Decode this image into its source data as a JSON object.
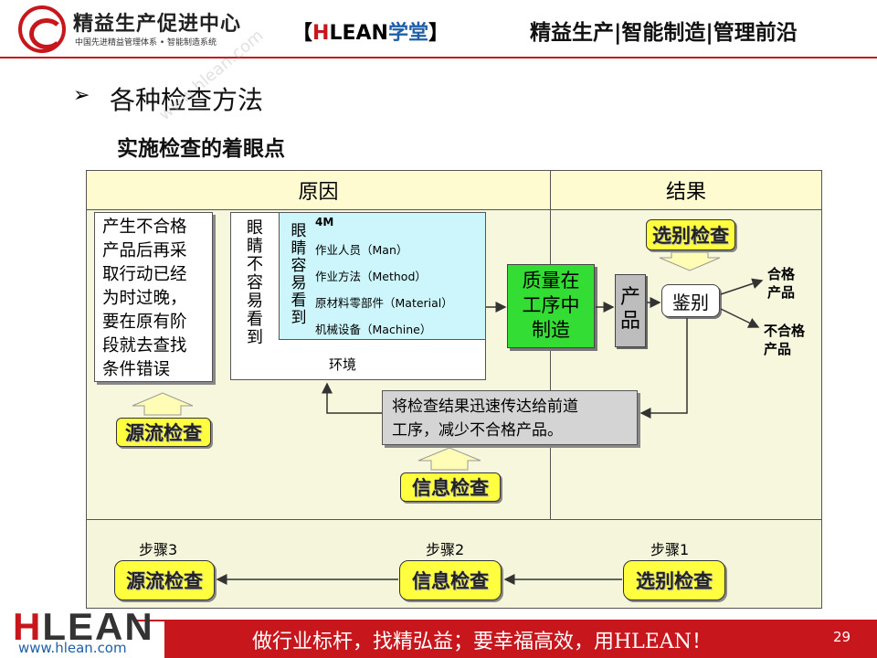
{
  "header": {
    "org_name": "精益生产促进中心",
    "org_sub": "中国先进精益管理体系 • 智能制造系统",
    "brand_open": "【",
    "brand_h": "H",
    "brand_lean": "LEAN",
    "brand_school": "学堂",
    "brand_close": "】",
    "tagline": "精益生产|智能制造|管理前沿"
  },
  "slide": {
    "bullet": "➢",
    "title": "各种检查方法",
    "subtitle": "实施检查的着眼点",
    "watermark": "www.hlean.com"
  },
  "diagram": {
    "cause_header": "原因",
    "result_header": "结果",
    "problem_text": [
      "产生不合格",
      "产品后再采",
      "取行动已经",
      "为时过晚，",
      "要在原有阶",
      "段就去查找",
      "条件错误"
    ],
    "hard_to_see": "眼睛不容易看到",
    "easy_to_see": "眼睛容易看到",
    "fourm_title": "4M",
    "fourm_items": [
      "作业人员（Man）",
      "作业方法（Method）",
      "原材料零部件（Material）",
      "机械设备（Machine）"
    ],
    "environment": "环境",
    "quality_box": [
      "质量在",
      "工序中",
      "制造"
    ],
    "product_box": [
      "产",
      "品"
    ],
    "judge": "鉴别",
    "pass_label": [
      "合格",
      "产品"
    ],
    "fail_label": [
      "不合格",
      "产品"
    ],
    "feedback": [
      "将检查结果迅速传达给前道",
      "工序，减少不合格产品。"
    ],
    "tag_sorting": "选别检查",
    "tag_source": "源流检查",
    "tag_info": "信息检查"
  },
  "steps": [
    {
      "label": "步骤3",
      "button": "源流检查"
    },
    {
      "label": "步骤2",
      "button": "信息检查"
    },
    {
      "label": "步骤1",
      "button": "选别检查"
    }
  ],
  "footer": {
    "logo_h": "H",
    "logo_lean": "LEAN",
    "url": "www.hlean.com",
    "slogan": "做行业标杆，找精弘益；要幸福高效，用HLEAN！",
    "page_number": "29"
  },
  "colors": {
    "brand_red": "#c8161d",
    "brand_blue": "#1f5fa8",
    "yellow_tag": "#ffff3f",
    "quality_green": "#33dd33",
    "fourm_cyan": "#ccf6fb"
  }
}
